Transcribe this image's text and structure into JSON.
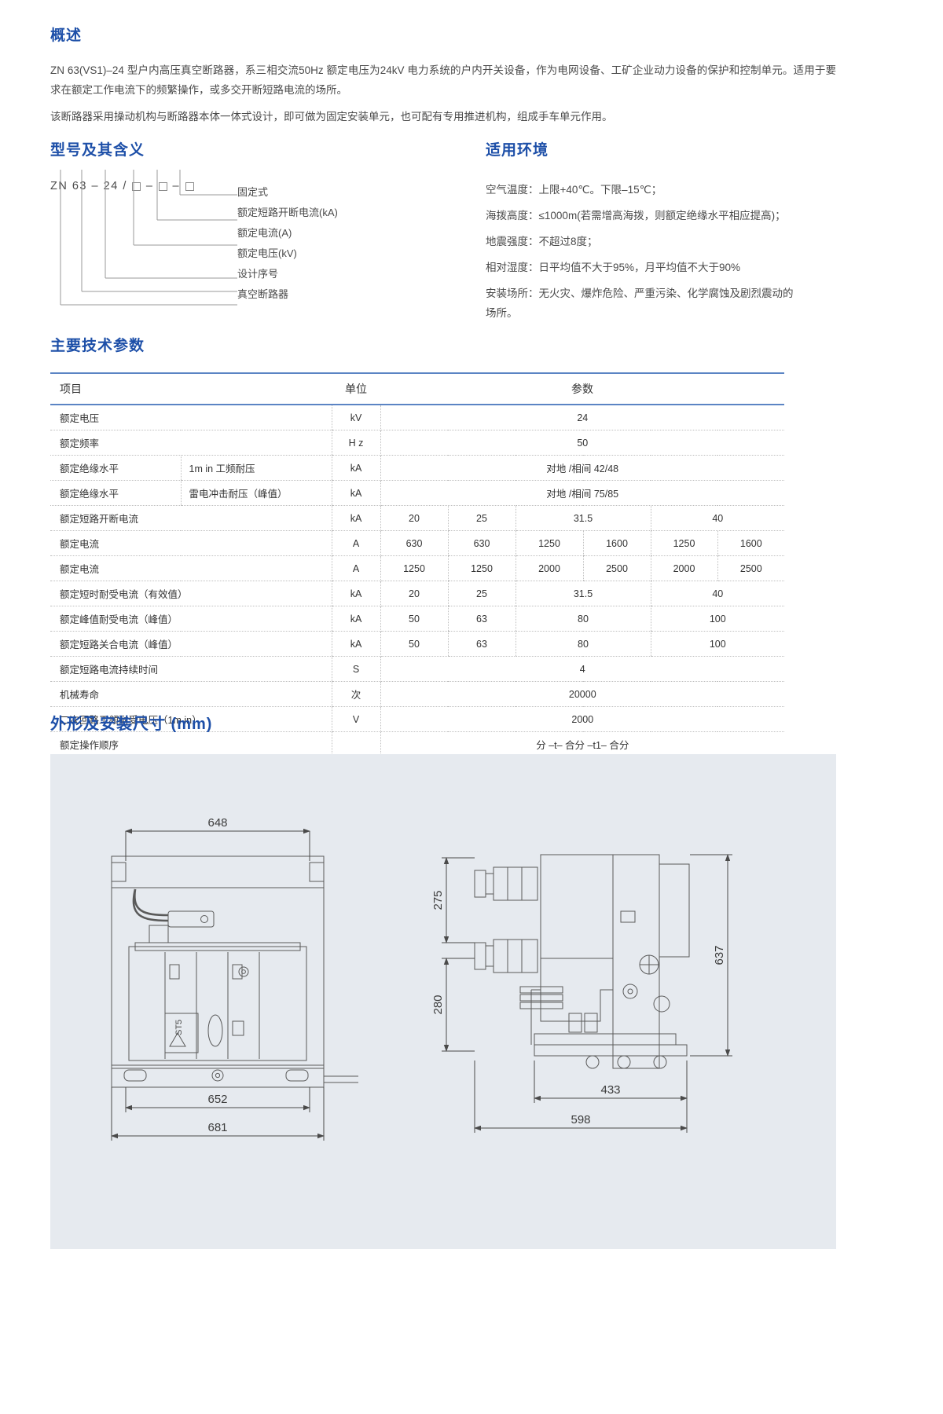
{
  "overview": {
    "title": "概述",
    "paragraphs": [
      "ZN 63(VS1)–24 型户内高压真空断路器，系三相交流50Hz 额定电压为24kV 电力系统的户内开关设备，作为电网设备、工矿企业动力设备的保护和控制单元。适用于要求在额定工作电流下的频繁操作，或多交开断短路电流的场所。",
      "该断路器采用操动机构与断路器本体一体式设计，即可做为固定安装单元，也可配有专用推进机构，组成手车单元作用。"
    ]
  },
  "model": {
    "title": "型号及其含义",
    "code_prefix": "ZN 63",
    "code_dash1": "–",
    "code_24": "24",
    "code_slash": "/",
    "code_dash2": "–",
    "code_dash3": "–",
    "labels": [
      "固定式",
      "额定短路开断电流(kA)",
      "额定电流(A)",
      "额定电压(kV)",
      "设计序号",
      "真空断路器"
    ]
  },
  "environment": {
    "title": "适用环境",
    "lines": [
      "空气温度：上限+40℃。下限–15℃；",
      "海拨高度：≤1000m(若需增高海拨，则额定绝缘水平相应提高)；",
      "地震强度：不超过8度；",
      "相对湿度：日平均值不大于95%，月平均值不大于90%",
      "安装场所：无火灾、爆炸危险、严重污染、化学腐蚀及剧烈震动的场所。"
    ]
  },
  "params": {
    "title": "主要技术参数",
    "headers": {
      "item": "项目",
      "unit": "单位",
      "param": "参数"
    },
    "rows": [
      {
        "item": "额定电压",
        "sub": "",
        "unit": "kV",
        "span": true,
        "values": [
          "24"
        ]
      },
      {
        "item": "额定频率",
        "sub": "",
        "unit": "H z",
        "span": true,
        "values": [
          "50"
        ]
      },
      {
        "item": "额定绝缘水平",
        "sub": "1m in 工频耐压",
        "unit": "kA",
        "span": true,
        "values": [
          "对地 /相间 42/48"
        ]
      },
      {
        "item": "额定绝缘水平",
        "sub": "雷电冲击耐压（峰值）",
        "unit": "kA",
        "span": true,
        "values": [
          "对地 /相间 75/85"
        ]
      },
      {
        "item": "额定短路开断电流",
        "sub": "",
        "unit": "kA",
        "span": false,
        "values": [
          "20",
          "25",
          "31.5",
          "40"
        ],
        "merge": [
          1,
          1,
          2,
          2
        ]
      },
      {
        "item": "额定电流",
        "sub": "",
        "unit": "A",
        "span": false,
        "values": [
          "630",
          "630",
          "1250",
          "1600",
          "1250",
          "1600"
        ],
        "merge": [
          1,
          1,
          1,
          1,
          1,
          1
        ]
      },
      {
        "item": "额定电流",
        "sub": "",
        "unit": "A",
        "span": false,
        "values": [
          "1250",
          "1250",
          "2000",
          "2500",
          "2000",
          "2500"
        ],
        "merge": [
          1,
          1,
          1,
          1,
          1,
          1
        ]
      },
      {
        "item": "额定短时耐受电流（有效值）",
        "sub": "",
        "unit": "kA",
        "span": false,
        "values": [
          "20",
          "25",
          "31.5",
          "40"
        ],
        "merge": [
          1,
          1,
          2,
          2
        ]
      },
      {
        "item": "额定峰值耐受电流（峰值）",
        "sub": "",
        "unit": "kA",
        "span": false,
        "values": [
          "50",
          "63",
          "80",
          "100"
        ],
        "merge": [
          1,
          1,
          2,
          2
        ]
      },
      {
        "item": "额定短路关合电流（峰值）",
        "sub": "",
        "unit": "kA",
        "span": false,
        "values": [
          "50",
          "63",
          "80",
          "100"
        ],
        "merge": [
          1,
          1,
          2,
          2
        ]
      },
      {
        "item": "额定短路电流持续时间",
        "sub": "",
        "unit": "S",
        "span": true,
        "values": [
          "4"
        ]
      },
      {
        "item": "机械寿命",
        "sub": "",
        "unit": "次",
        "span": true,
        "values": [
          "20000"
        ]
      },
      {
        "item": "二次回路工频耐受电压（1m in）",
        "sub": "",
        "unit": "V",
        "span": true,
        "values": [
          "2000"
        ]
      },
      {
        "item": "额定操作顺序",
        "sub": "",
        "unit": "",
        "span": true,
        "values": [
          "分 –t– 合分 –t1– 合分"
        ]
      }
    ]
  },
  "dimensions": {
    "title": "外形及安装尺寸 (mm)",
    "front_view": {
      "width_top": "648",
      "width_mid": "652",
      "width_bottom": "681",
      "label_text": "ST5"
    },
    "side_view": {
      "height_upper": "275",
      "height_lower": "280",
      "height_total": "637",
      "depth_inner": "433",
      "depth_total": "598"
    }
  },
  "colors": {
    "heading": "#1d4fa8",
    "rule": "#5b84c4",
    "text": "#4a4a4a",
    "panel_bg": "#e6eaef",
    "line": "#6a6a6a"
  }
}
